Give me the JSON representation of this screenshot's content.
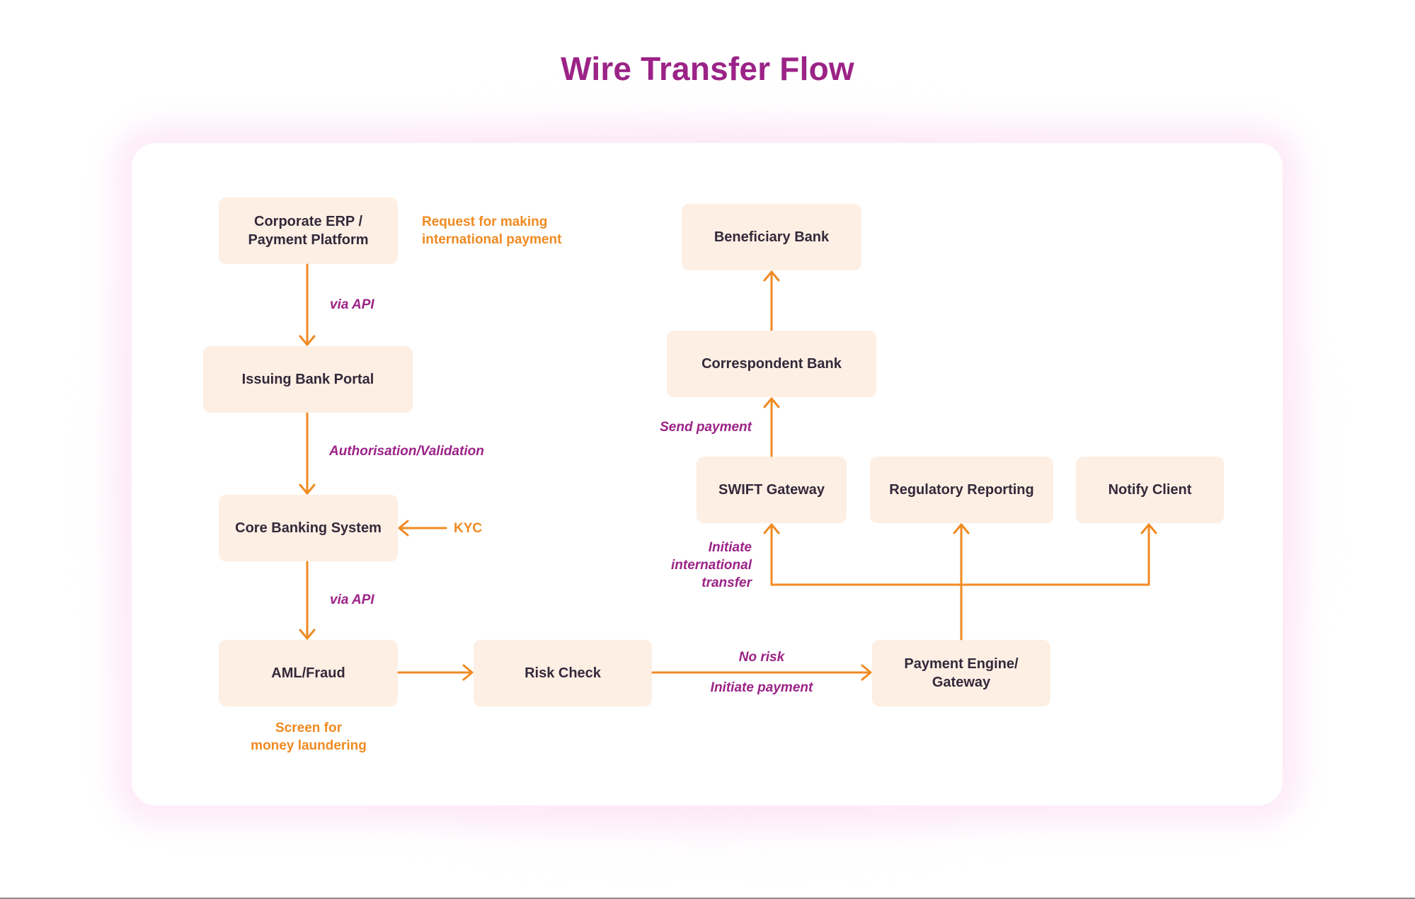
{
  "title": "Wire Transfer Flow",
  "colors": {
    "title": "#9b2387",
    "node_fill": "#fdefe4",
    "node_text": "#33293a",
    "arrow": "#ef8a22",
    "note_orange": "#ef8a22",
    "note_purple": "#9b2387"
  },
  "nodes": {
    "corporate_erp": "Corporate ERP /\nPayment Platform",
    "issuing_bank_portal": "Issuing Bank Portal",
    "core_banking_system": "Core Banking System",
    "aml_fraud": "AML/Fraud",
    "risk_check": "Risk Check",
    "payment_engine": "Payment Engine/\nGateway",
    "swift_gateway": "SWIFT Gateway",
    "regulatory_reporting": "Regulatory Reporting",
    "notify_client": "Notify Client",
    "correspondent_bank": "Correspondent Bank",
    "beneficiary_bank": "Beneficiary Bank"
  },
  "notes": {
    "request": "Request for making\ninternational payment",
    "kyc": "KYC",
    "screen": "Screen for\nmoney laundering"
  },
  "edge_labels": {
    "via_api_1": "via API",
    "auth_validation": "Authorisation/Validation",
    "via_api_2": "via API",
    "no_risk": "No risk",
    "initiate_payment": "Initiate payment",
    "initiate_intl_transfer": "Initiate\ninternational\ntransfer",
    "send_payment": "Send payment"
  },
  "edges": [
    {
      "from": "corporate_erp",
      "to": "issuing_bank_portal",
      "label": "via API"
    },
    {
      "from": "issuing_bank_portal",
      "to": "core_banking_system",
      "label": "Authorisation/Validation"
    },
    {
      "from": "kyc",
      "to": "core_banking_system",
      "label": ""
    },
    {
      "from": "core_banking_system",
      "to": "aml_fraud",
      "label": "via API"
    },
    {
      "from": "aml_fraud",
      "to": "risk_check",
      "label": ""
    },
    {
      "from": "risk_check",
      "to": "payment_engine",
      "label": "No risk / Initiate payment"
    },
    {
      "from": "payment_engine",
      "to": "swift_gateway",
      "label": "Initiate international transfer"
    },
    {
      "from": "payment_engine",
      "to": "regulatory_reporting",
      "label": ""
    },
    {
      "from": "payment_engine",
      "to": "notify_client",
      "label": ""
    },
    {
      "from": "swift_gateway",
      "to": "correspondent_bank",
      "label": "Send payment"
    },
    {
      "from": "correspondent_bank",
      "to": "beneficiary_bank",
      "label": ""
    }
  ]
}
